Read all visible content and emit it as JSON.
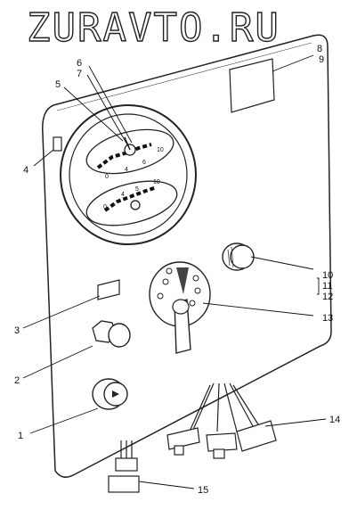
{
  "watermark": "ZURAVTO.RU",
  "gauge_scales": {
    "upper": [
      "0",
      "4",
      "6",
      "10"
    ],
    "lower": [
      "0",
      "4",
      "5",
      "10"
    ]
  },
  "callouts": {
    "c1": "1",
    "c2": "2",
    "c3": "3",
    "c4": "4",
    "c5": "5",
    "c6": "6",
    "c7": "7",
    "c8": "8",
    "c9": "9",
    "c10": "10",
    "c11": "11",
    "c12": "12",
    "c13": "13",
    "c14": "14",
    "c15": "15"
  }
}
